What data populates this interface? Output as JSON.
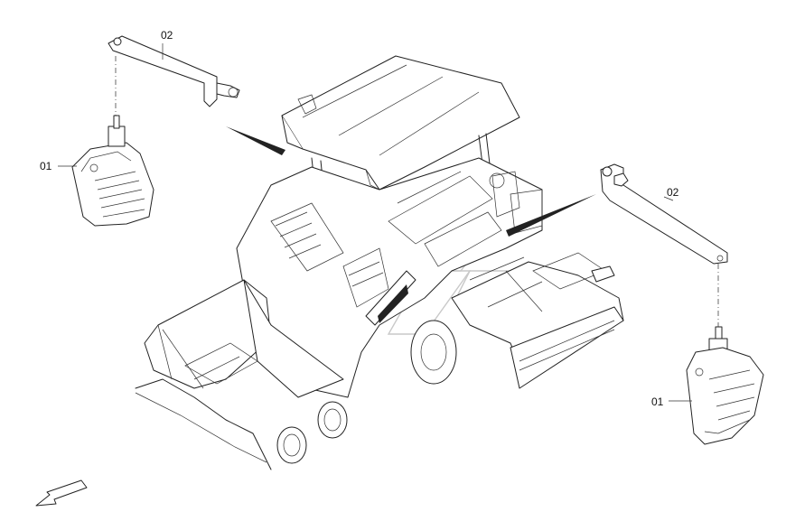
{
  "callouts": {
    "bracket_left": "02",
    "lamp_left": "01",
    "bracket_right": "02",
    "lamp_right": "01"
  },
  "icons": {
    "direction_arrow": "front-direction-arrow-icon"
  }
}
